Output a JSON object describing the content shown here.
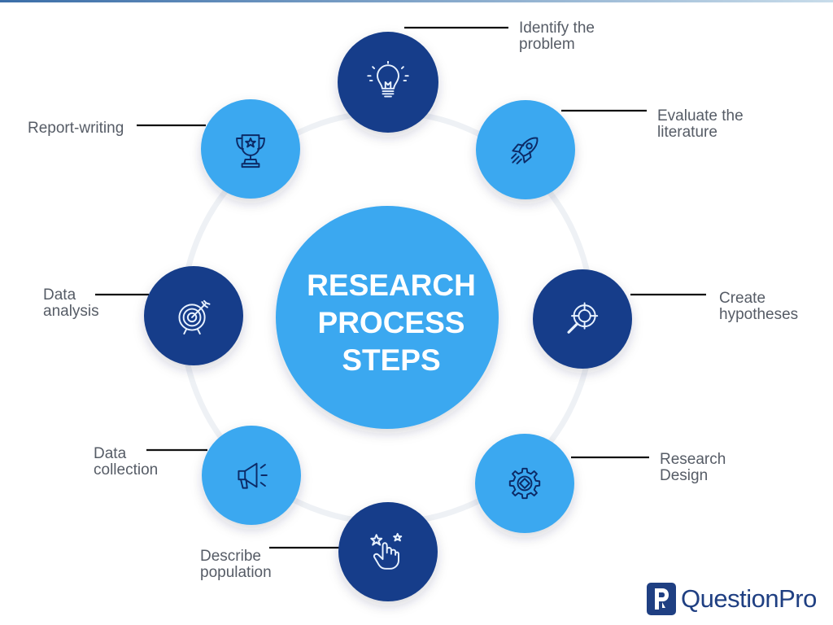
{
  "center": {
    "line1": "RESEARCH",
    "line2": "PROCESS",
    "line3": "STEPS"
  },
  "steps": [
    {
      "line1": "Identify the",
      "line2": "problem",
      "icon": "lightbulb-icon",
      "tone": "dark"
    },
    {
      "line1": "Evaluate the",
      "line2": "literature",
      "icon": "rocket-icon",
      "tone": "light"
    },
    {
      "line1": "Create",
      "line2": "hypotheses",
      "icon": "magnifier-crosshair-icon",
      "tone": "dark"
    },
    {
      "line1": "Research",
      "line2": "Design",
      "icon": "gear-icon",
      "tone": "light"
    },
    {
      "line1": "Describe",
      "line2": "population",
      "icon": "tap-hand-icon",
      "tone": "dark"
    },
    {
      "line1": "Data",
      "line2": "collection",
      "icon": "megaphone-icon",
      "tone": "light"
    },
    {
      "line1": "Data",
      "line2": "analysis",
      "icon": "target-icon",
      "tone": "dark"
    },
    {
      "line1": "Report-writing",
      "line2": "",
      "icon": "trophy-icon",
      "tone": "light"
    }
  ],
  "brand": {
    "name": "QuestionPro"
  },
  "colors": {
    "light": "#3ba8f0",
    "dark": "#153e8a",
    "ring": "#eef1f5",
    "icon": "#0c2a66",
    "text": "#565c66"
  }
}
